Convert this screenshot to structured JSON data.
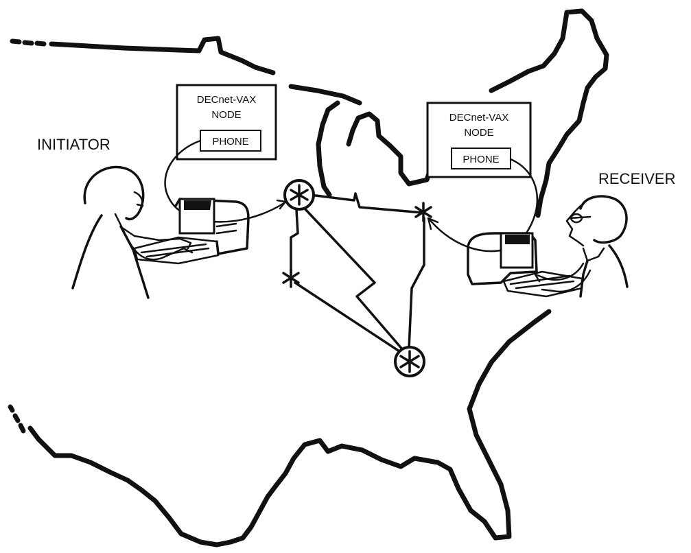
{
  "labels": {
    "initiator": "INITIATOR",
    "receiver": "RECEIVER"
  },
  "initiator_node": {
    "line1": "DECnet-VAX",
    "line2": "NODE",
    "phone": "PHONE"
  },
  "receiver_node": {
    "line1": "DECnet-VAX",
    "line2": "NODE",
    "phone": "PHONE"
  },
  "colors": {
    "ink": "#111111",
    "paper": "#ffffff"
  }
}
